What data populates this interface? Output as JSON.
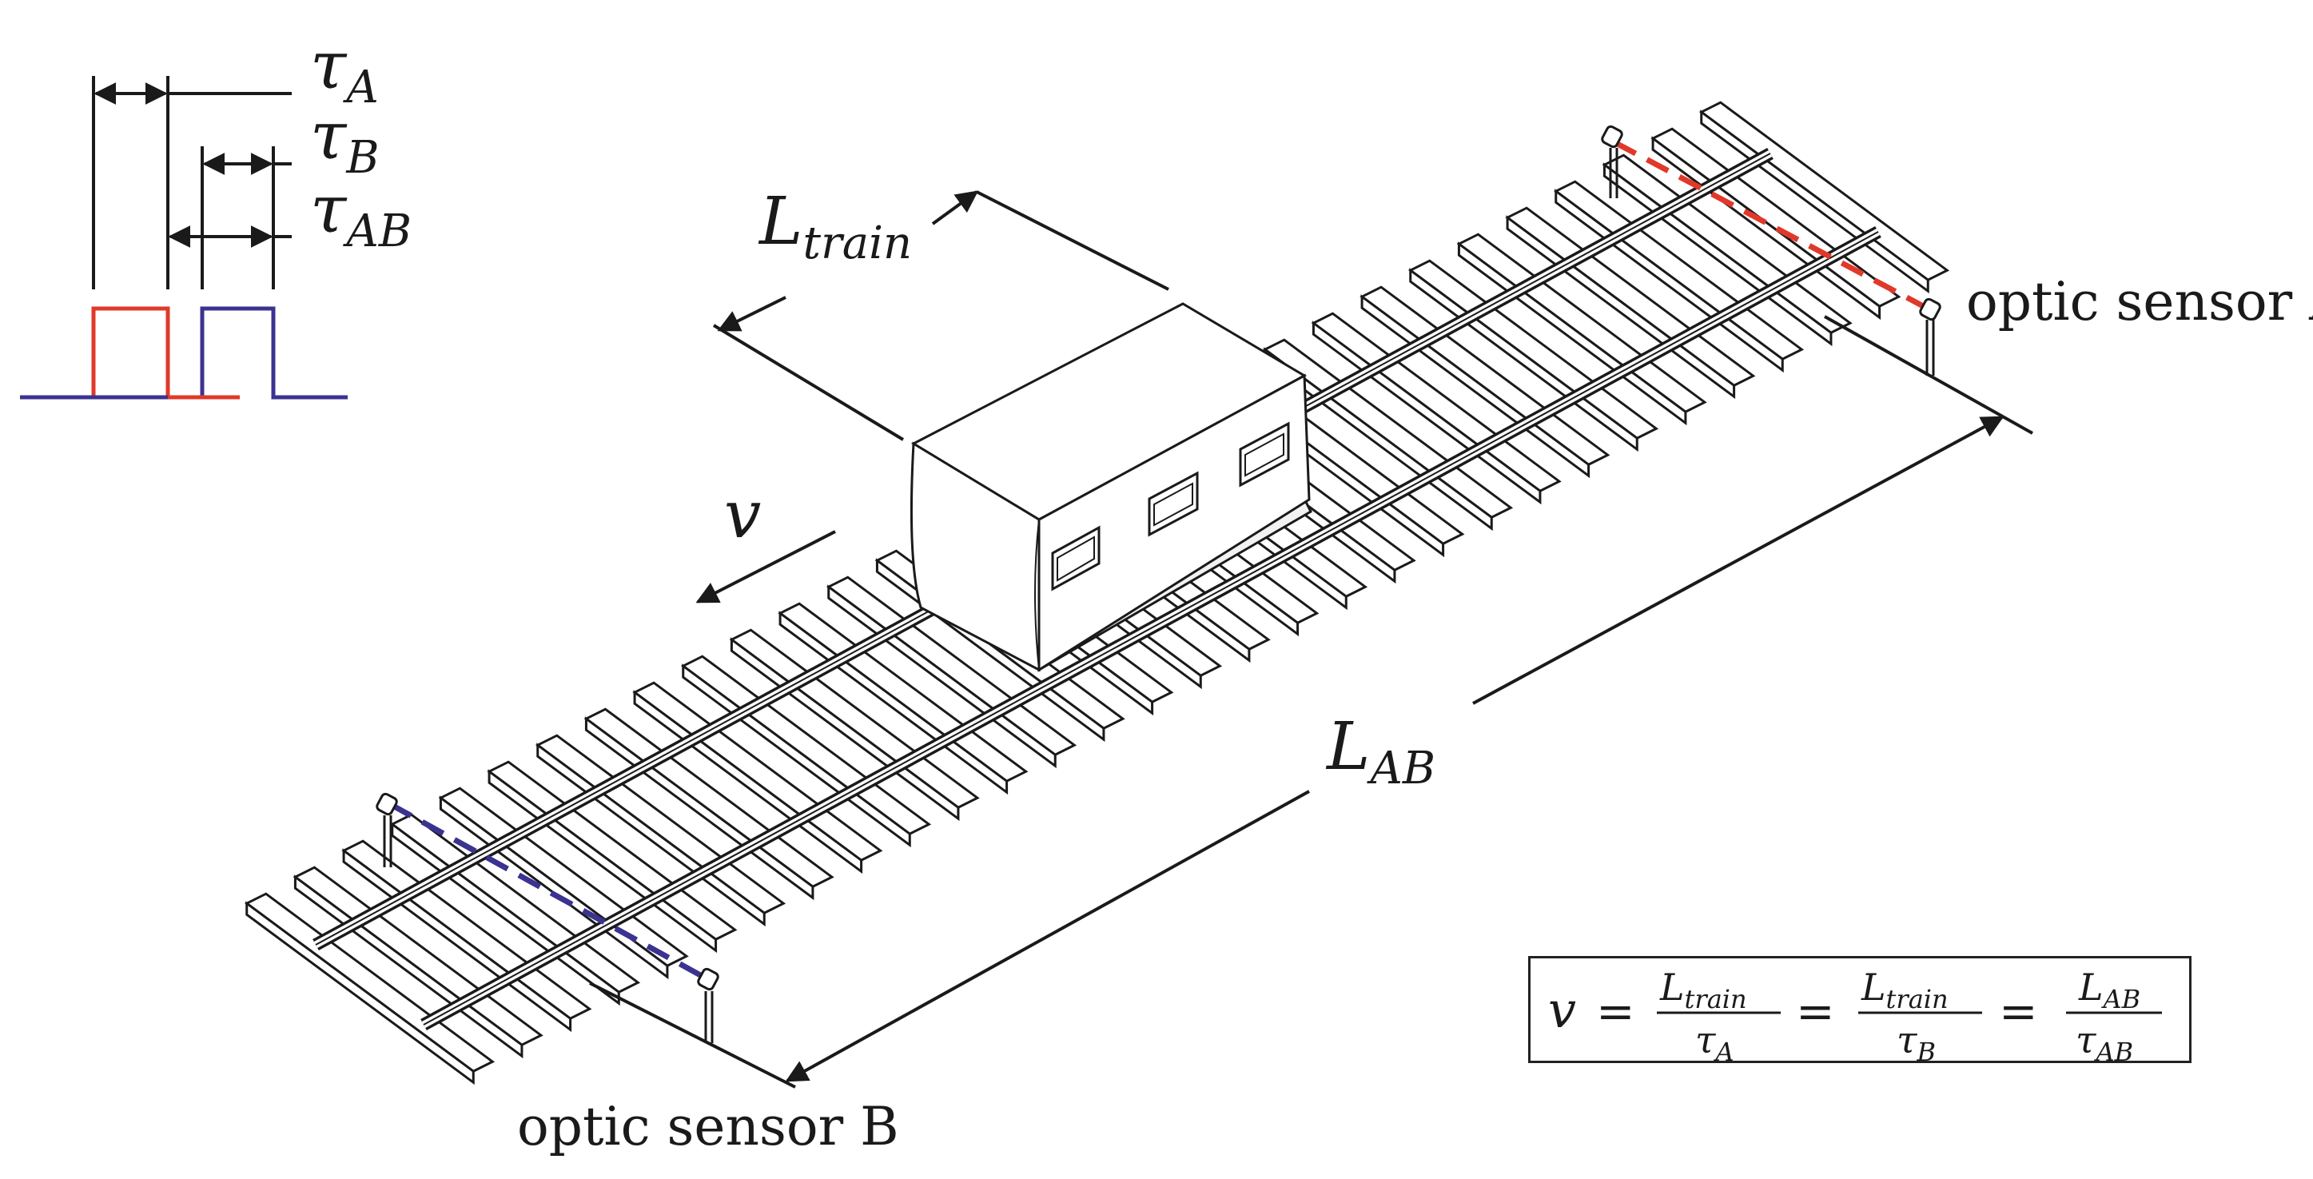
{
  "colors": {
    "sensor_a": "#e0392a",
    "sensor_b": "#3b3390",
    "ink": "#1a1a1a",
    "rail_fill": "#ffffff"
  },
  "labels": {
    "sensor_a": "optic sensor A",
    "sensor_b": "optic sensor B",
    "train_length": {
      "main": "L",
      "sub": "train"
    },
    "track_length": {
      "main": "L",
      "sub": "AB"
    },
    "velocity": "v"
  },
  "timing": {
    "tau_a": {
      "main": "τ",
      "sub": "A"
    },
    "tau_b": {
      "main": "τ",
      "sub": "B"
    },
    "tau_ab": {
      "main": "τ",
      "sub": "AB"
    }
  },
  "formula": {
    "lhs": "v",
    "eq": "=",
    "terms": [
      {
        "num_main": "L",
        "num_sub": "train",
        "den_main": "τ",
        "den_sub": "A"
      },
      {
        "num_main": "L",
        "num_sub": "train",
        "den_main": "τ",
        "den_sub": "B"
      },
      {
        "num_main": "L",
        "num_sub": "AB",
        "den_main": "τ",
        "den_sub": "AB"
      }
    ]
  }
}
